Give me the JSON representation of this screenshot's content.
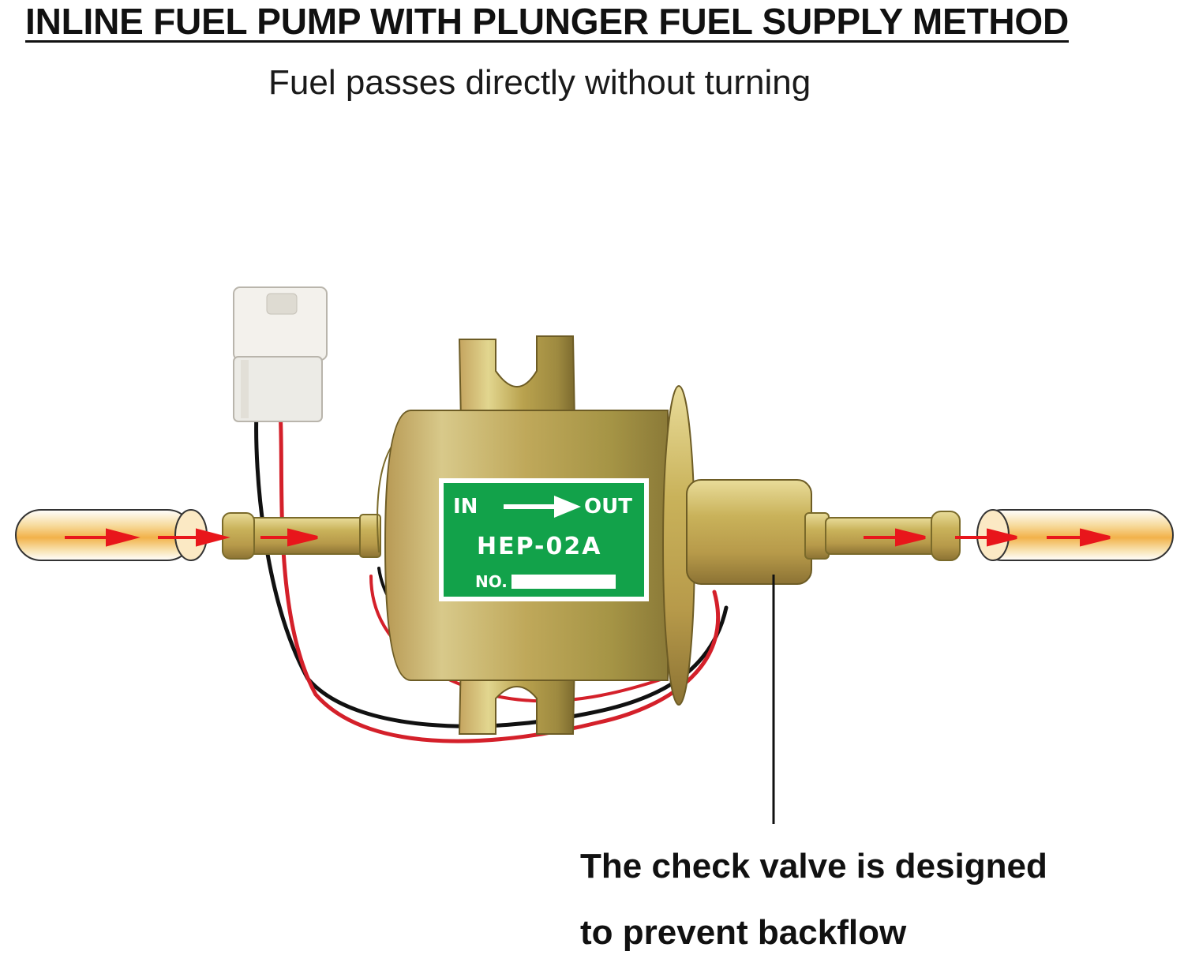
{
  "title": "INLINE FUEL PUMP WITH PLUNGER FUEL SUPPLY METHOD",
  "subtitle": "Fuel passes directly without turning",
  "pump_label": {
    "in": "IN",
    "out": "OUT",
    "model": "HEP-02A",
    "no": "NO."
  },
  "callout": {
    "line1": "The check valve is designed",
    "line2": "to prevent backflow"
  },
  "colors": {
    "label_green": "#12a24a",
    "arrow_red": "#e8161b",
    "brass": "#c9b25a",
    "wire_red": "#d4202a",
    "wire_black": "#111111",
    "fuel_orange": "#f2b24a"
  }
}
